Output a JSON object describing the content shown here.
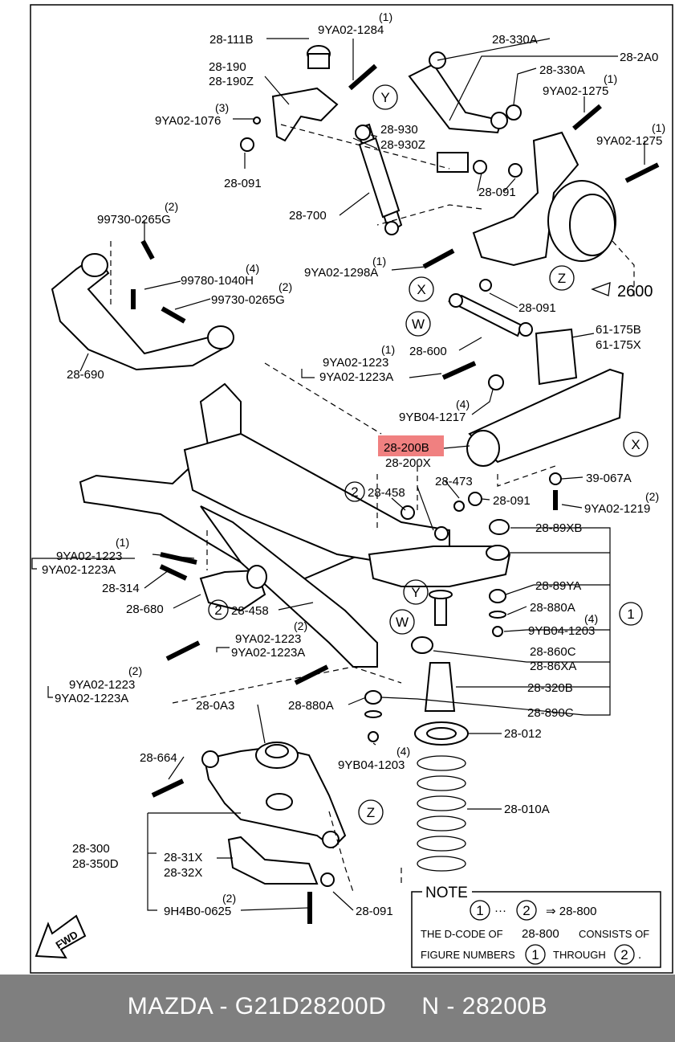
{
  "diagram": {
    "labels": {
      "l_28111B": "28-111B",
      "l_9YA021284_q": "(1)",
      "l_9YA021284": "9YA02-1284",
      "l_28190": "28-190",
      "l_28190Z": "28-190Z",
      "l_1076_q": "(3)",
      "l_9YA021076": "9YA02-1076",
      "l_28091_a": "28-091",
      "l_28930": "28-930",
      "l_28930Z": "28-930Z",
      "l_28700": "28-700",
      "l_28330A_a": "28-330A",
      "l_282A0": "28-2A0",
      "l_28330A_b": "28-330A",
      "l_1275a_q": "(1)",
      "l_9YA021275_a": "9YA02-1275",
      "l_1275b_q": "(1)",
      "l_9YA021275_b": "9YA02-1275",
      "l_28091_b": "28-091",
      "l_0265a_q": "(2)",
      "l_997300265G_a": "99730-0265G",
      "l_1040_q": "(4)",
      "l_997801040H": "99780-1040H",
      "l_0265b_q": "(2)",
      "l_997300265G_b": "99730-0265G",
      "l_28690": "28-690",
      "l_1298_q": "(1)",
      "l_9YA021298A": "9YA02-1298A",
      "l_28091_c": "28-091",
      "l_2600": "2600",
      "l_28600": "28-600",
      "l_61175B": "61-175B",
      "l_61175X": "61-175X",
      "l_1223a_q": "(1)",
      "l_9YA021223_a": "9YA02-1223",
      "l_9YA021223A_a": "9YA02-1223A",
      "l_1217_q": "(4)",
      "l_9YB041217": "9YB04-1217",
      "l_28200B": "28-200B",
      "l_28200X": "28-200X",
      "l_28473": "28-473",
      "l_28458_a": "28-458",
      "l_28091_d": "28-091",
      "l_39067A": "39-067A",
      "l_1219_q": "(2)",
      "l_9YA021219": "9YA02-1219",
      "l_2889XB": "28-89XB",
      "l_1223b_q": "(1)",
      "l_9YA021223_b": "9YA02-1223",
      "l_9YA021223A_b": "9YA02-1223A",
      "l_28314": "28-314",
      "l_28680": "28-680",
      "l_28458_b": "28-458",
      "l_2889YA": "28-89YA",
      "l_28880A_a": "28-880A",
      "l_1203a_q": "(4)",
      "l_9YB041203_a": "9YB04-1203",
      "l_1223c_q": "(2)",
      "l_9YA021223_c": "9YA02-1223",
      "l_9YA021223A_c": "9YA02-1223A",
      "l_1223d_q": "(2)",
      "l_9YA021223_d": "9YA02-1223",
      "l_9YA021223A_d": "9YA02-1223A",
      "l_28860C": "28-860C",
      "l_2886XA": "28-86XA",
      "l_28320B": "28-320B",
      "l_280A3": "28-0A3",
      "l_28880A_b": "28-880A",
      "l_28890C": "28-890C",
      "l_28012": "28-012",
      "l_28664": "28-664",
      "l_1203b_q": "(4)",
      "l_9YB041203_b": "9YB04-1203",
      "l_28010A": "28-010A",
      "l_28300": "28-300",
      "l_28350D": "28-350D",
      "l_2831X": "28-31X",
      "l_2832X": "28-32X",
      "l_0625_q": "(2)",
      "l_9H4B00625": "9H4B0-0625",
      "l_28091_e": "28-091",
      "fwd": "FWD"
    },
    "callouts": {
      "Y1": "Y",
      "X1": "X",
      "W1": "W",
      "Z1": "Z",
      "X2": "X",
      "Y2": "Y",
      "W2": "W",
      "Z2": "Z",
      "n2a": "2",
      "n2b": "2",
      "n1": "1"
    },
    "note": {
      "title": "NOTE",
      "c1": "1",
      "dots": "···",
      "c2": "2",
      "arrow_text": "⇒ 28-800",
      "line2a": "THE D-CODE OF",
      "line2b": "28-800",
      "line2c": "CONSISTS OF",
      "line3a": "FIGURE NUMBERS",
      "c3": "1",
      "line3b": "THROUGH",
      "c4": "2",
      "line3c": "."
    },
    "highlight_color": "#f08080"
  },
  "footer": {
    "text": "MAZDA - G21D28200D     N - 28200B"
  }
}
